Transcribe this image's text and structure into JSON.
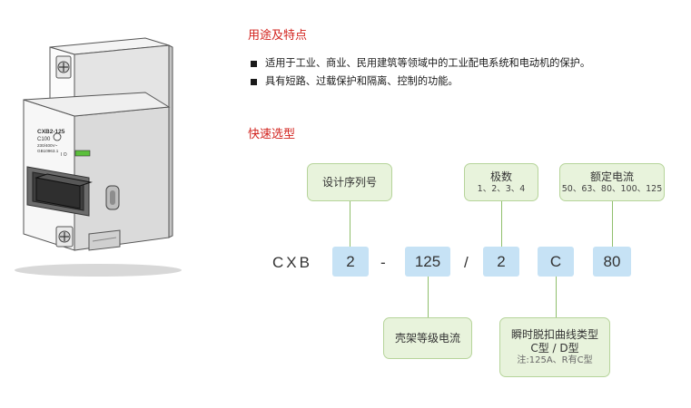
{
  "product": {
    "model": "CXB2-125",
    "rating": "C100",
    "voltage": "230/400V~",
    "standard": "GB10963.1",
    "switch_marks": "I O"
  },
  "usage": {
    "title": "用途及特点",
    "bullets": [
      "适用于工业、商业、民用建筑等领域中的工业配电系统和电动机的保护。",
      "具有短路、过载保护和隔离、控制的功能。"
    ]
  },
  "selection": {
    "title": "快速选型",
    "code": {
      "prefix": "CXB",
      "design_no": "2",
      "dash": "-",
      "frame_current": "125",
      "slash": "/",
      "poles": "2",
      "curve": "C",
      "rated_current": "80"
    },
    "labels": {
      "design_no": "设计序列号",
      "poles_title": "极数",
      "poles_values": "1、2、3、4",
      "rated_title": "额定电流",
      "rated_values": "50、63、80、100、125",
      "frame_title": "壳架等级电流",
      "curve_title": "瞬时脱扣曲线类型",
      "curve_types": "C型 / D型",
      "curve_note": "注:125A、R有C型"
    }
  },
  "colors": {
    "section_title": "#d2231e",
    "code_box": "#c6e2f5",
    "tag_fill": "#e8f3dc",
    "tag_border": "#b6d49a"
  }
}
